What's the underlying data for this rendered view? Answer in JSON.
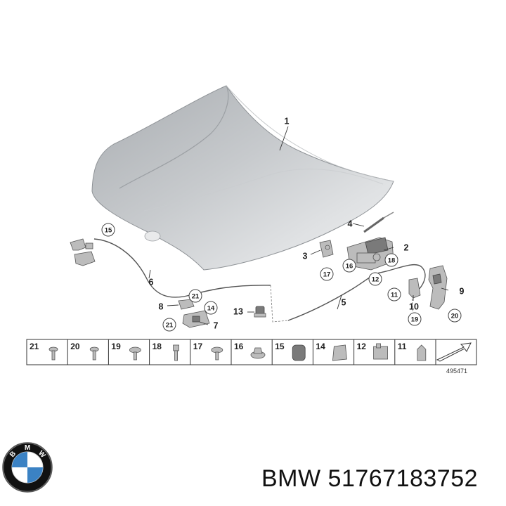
{
  "diagram": {
    "callouts": [
      {
        "id": "c1",
        "label": "1",
        "circled": false
      },
      {
        "id": "c2",
        "label": "2",
        "circled": false
      },
      {
        "id": "c3",
        "label": "3",
        "circled": false
      },
      {
        "id": "c4",
        "label": "4",
        "circled": false
      },
      {
        "id": "c5",
        "label": "5",
        "circled": false
      },
      {
        "id": "c6",
        "label": "6",
        "circled": false
      },
      {
        "id": "c7",
        "label": "7",
        "circled": false
      },
      {
        "id": "c8",
        "label": "8",
        "circled": false
      },
      {
        "id": "c9",
        "label": "9",
        "circled": false
      },
      {
        "id": "c10",
        "label": "10",
        "circled": false
      },
      {
        "id": "c11",
        "label": "11",
        "circled": true
      },
      {
        "id": "c12",
        "label": "12",
        "circled": true
      },
      {
        "id": "c13",
        "label": "13",
        "circled": false
      },
      {
        "id": "c14",
        "label": "14",
        "circled": true
      },
      {
        "id": "c15",
        "label": "15",
        "circled": true
      },
      {
        "id": "c16",
        "label": "16",
        "circled": true
      },
      {
        "id": "c17",
        "label": "17",
        "circled": true
      },
      {
        "id": "c18",
        "label": "18",
        "circled": true
      },
      {
        "id": "c19",
        "label": "19",
        "circled": true
      },
      {
        "id": "c20",
        "label": "20",
        "circled": true
      },
      {
        "id": "c21a",
        "label": "21",
        "circled": true
      },
      {
        "id": "c21b",
        "label": "21",
        "circled": true
      }
    ],
    "parts_strip": [
      "21",
      "20",
      "19",
      "18",
      "17",
      "16",
      "15",
      "14",
      "12",
      "11"
    ],
    "diagram_number": "495471"
  },
  "footer": {
    "brand_text": "BMW 51767183752",
    "logo_letters": "BMW"
  },
  "colors": {
    "hood_light": "#e4e6e8",
    "hood_dark": "#9a9ea2",
    "logo_blue": "#3b82c4",
    "logo_black": "#111111"
  }
}
